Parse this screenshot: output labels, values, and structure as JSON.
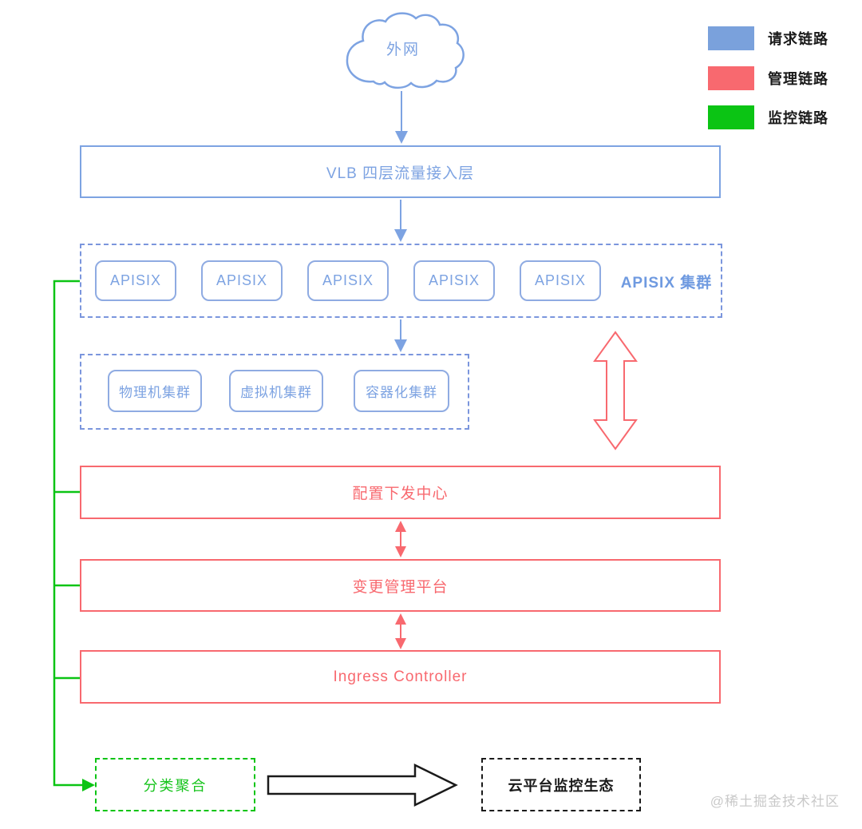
{
  "colors": {
    "request_blue": "#7da3e2",
    "management_red": "#f8696f",
    "monitor_green": "#0bc414",
    "link_black": "#1a1a1a",
    "watermark_gray": "#c9c9c9"
  },
  "legend": {
    "items": [
      {
        "label": "请求链路",
        "color": "#7aa1dc"
      },
      {
        "label": "管理链路",
        "color": "#f8696f"
      },
      {
        "label": "监控链路",
        "color": "#0bc414"
      }
    ]
  },
  "nodes": {
    "cloud": "外网",
    "vlb": "VLB 四层流量接入层",
    "apisix_cluster_label": "APISIX 集群",
    "apisix_instances": [
      "APISIX",
      "APISIX",
      "APISIX",
      "APISIX",
      "APISIX"
    ],
    "infra_clusters": [
      "物理机集群",
      "虚拟机集群",
      "容器化集群"
    ],
    "config_center": "配置下发中心",
    "change_platform": "变更管理平台",
    "ingress_controller": "Ingress Controller",
    "classify_aggregation": "分类聚合",
    "cloud_monitor_eco": "云平台监控生态"
  },
  "watermark": "@稀土掘金技术社区"
}
